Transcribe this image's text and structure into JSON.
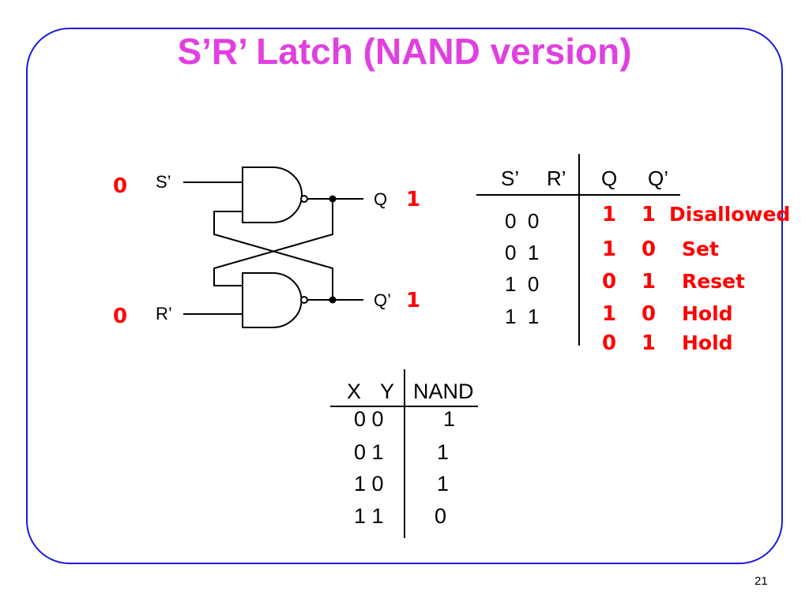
{
  "title": "S’R’ Latch (NAND version)",
  "circuit": {
    "input_s_label": "S’",
    "input_r_label": "R’",
    "input_s_value": "0",
    "input_r_value": "0",
    "output_q_label": "Q",
    "output_qn_label": "Q’",
    "output_q_value": "1",
    "output_qn_value": "1"
  },
  "latch_table": {
    "headers": [
      "S’",
      "R’",
      "Q",
      "Q’"
    ],
    "inputs": [
      "0  0",
      "0  1",
      "1  0",
      "1  1"
    ],
    "outputs": [
      {
        "q": "1",
        "qn": "1",
        "state": "Disallowed"
      },
      {
        "q": "1",
        "qn": "0",
        "state": "Set"
      },
      {
        "q": "0",
        "qn": "1",
        "state": "Reset"
      },
      {
        "q": "1",
        "qn": "0",
        "state": "Hold"
      },
      {
        "q": "0",
        "qn": "1",
        "state": "Hold"
      }
    ]
  },
  "nand_table": {
    "headers": [
      "X",
      "Y",
      "NAND"
    ],
    "rows": [
      {
        "xy": "0 0",
        "out": "1"
      },
      {
        "xy": "0 1",
        "out": "1"
      },
      {
        "xy": "1 0",
        "out": "1"
      },
      {
        "xy": "1 1",
        "out": "0"
      }
    ]
  },
  "page_number": "21",
  "colors": {
    "title": "#e040e0",
    "frame": "#1a1adb",
    "highlight": "#ff0000"
  }
}
